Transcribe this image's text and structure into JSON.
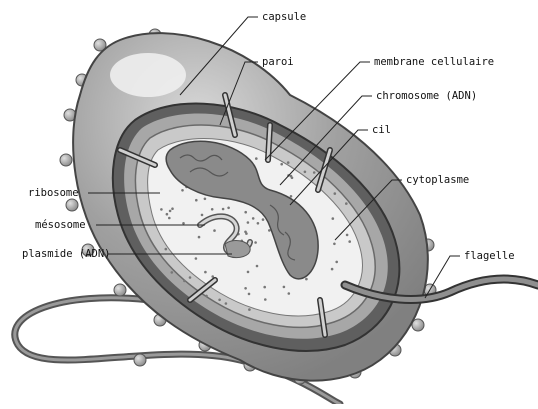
{
  "diagram": {
    "labels": {
      "capsule": "capsule",
      "paroi": "paroi",
      "membrane": "membrane cellulaire",
      "chromosome": "chromosome (ADN)",
      "cil": "cil",
      "cytoplasme": "cytoplasme",
      "ribosome": "ribosome",
      "mesosome": "mésosome",
      "plasmide": "plasmide (ADN)",
      "flagelle": "flagelle"
    },
    "colors": {
      "capsule": "#9a9a9a",
      "capsule_dark": "#777777",
      "wall_outer": "#5f5f5f",
      "wall_inner": "#a7a7a7",
      "membrane": "#c9c9c9",
      "cytoplasm": "#f1f1f1",
      "chromosome": "#8a8a8a",
      "outline": "#333333"
    }
  }
}
